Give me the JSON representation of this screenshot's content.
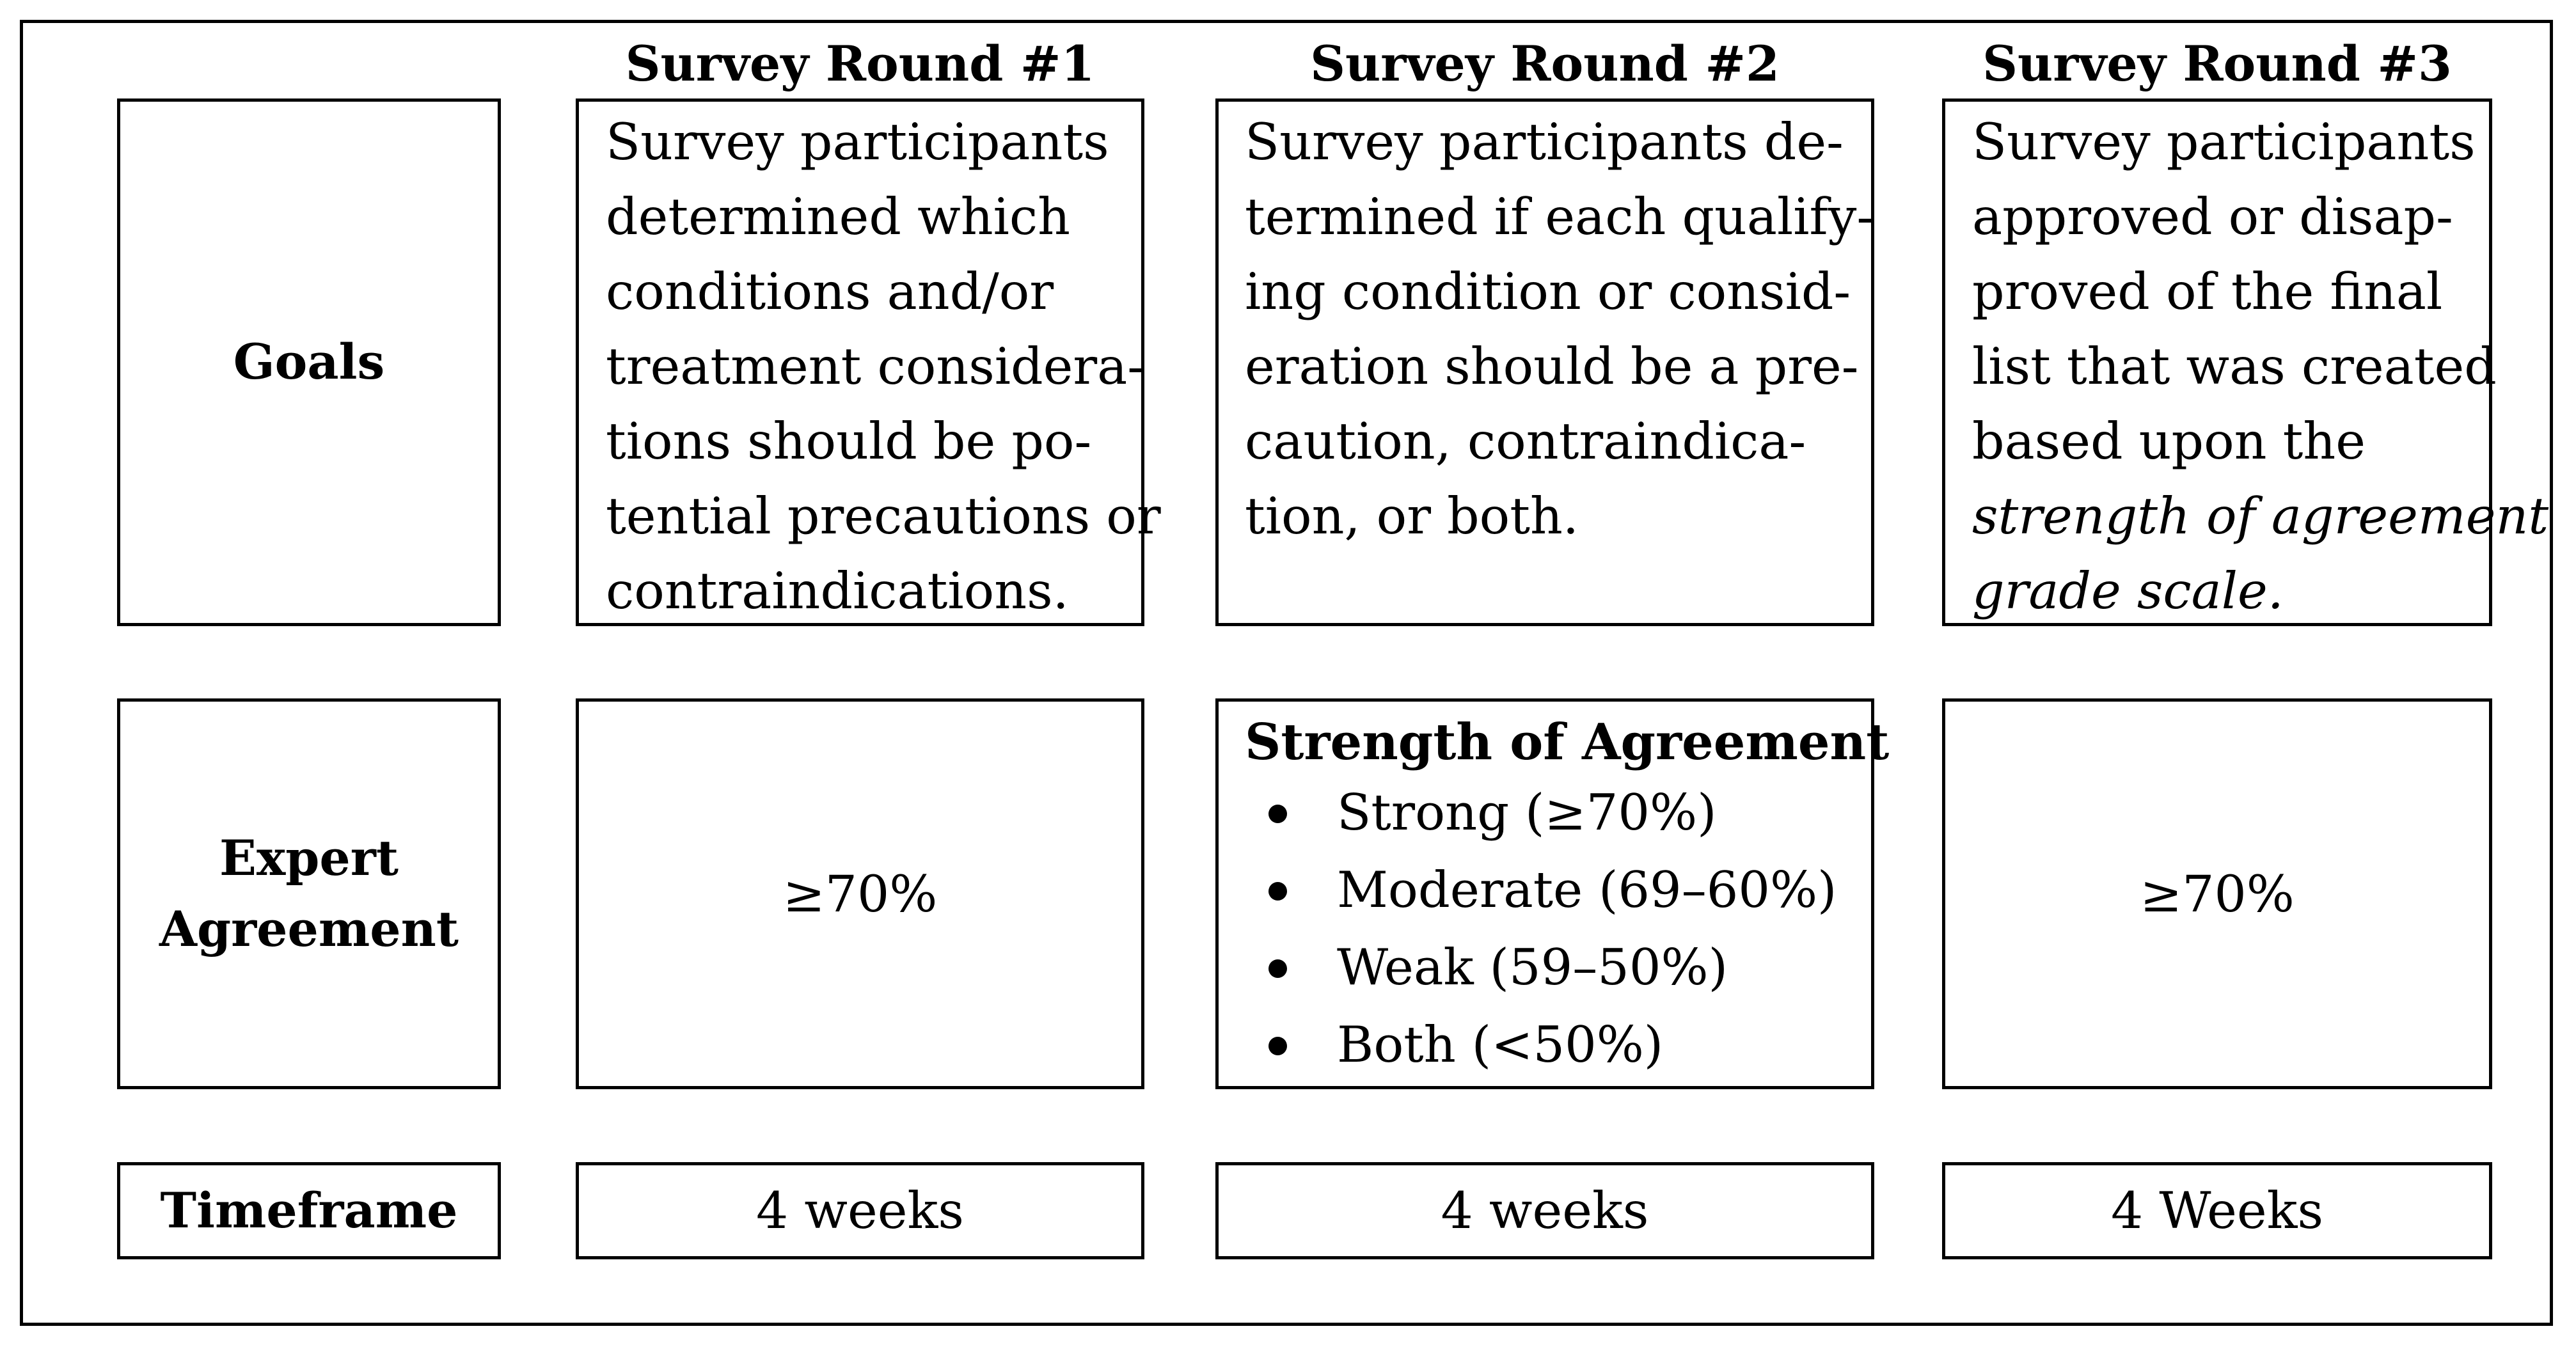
{
  "headers": {
    "round1": "Survey Round #1",
    "round2": "Survey Round #2",
    "round3": "Survey Round #3"
  },
  "row_labels": {
    "goals": "Goals",
    "expert_agreement_line1": "Expert",
    "expert_agreement_line2": "Agreement",
    "timeframe": "Timeframe"
  },
  "goals": {
    "round1": "Survey participants\ndetermined which\nconditions and/or\ntreatment considera-\ntions should be po-\ntential precautions or\ncontraindications.",
    "round2": "Survey participants de-\ntermined if each qualify-\ning condition or consid-\neration should be a pre-\ncaution, contraindica-\ntion, or both.",
    "round3_plain": "Survey participants\napproved or disap-\nproved of the final\nlist that was created\nbased upon the\n",
    "round3_italic": "strength of agreement\ngrade scale."
  },
  "expert_agreement": {
    "round1": "≥70%",
    "round2_title": "Strength of Agreement",
    "round2_items": [
      "Strong (≥70%)",
      "Moderate (69–60%)",
      "Weak (59–50%)",
      "Both (<50%)"
    ],
    "round3": "≥70%"
  },
  "timeframe": {
    "round1": "4 weeks",
    "round2": "4 weeks",
    "round3": "4 Weeks"
  }
}
